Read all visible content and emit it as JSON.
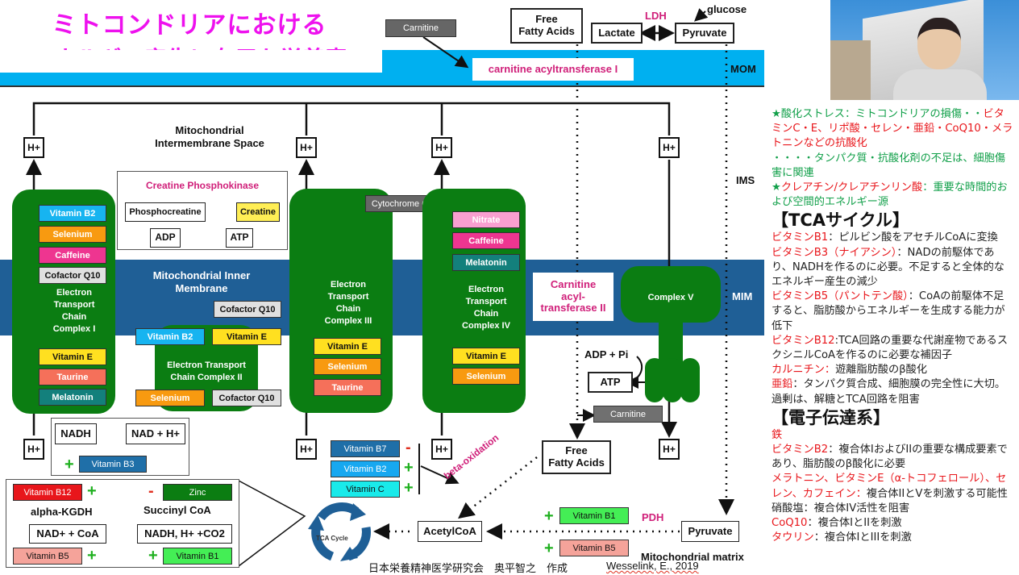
{
  "title": {
    "line1": "ミトコンドリアにおける",
    "line2": "エネルギー産生に有用な栄養素"
  },
  "colors": {
    "title": "#ee11ee",
    "mom": "#00b0f0",
    "mim": "#1f5f96",
    "complex": "#0b7d12",
    "enzyme_text": "#d0207a"
  },
  "regions": {
    "mom": "MOM",
    "ims": "IMS",
    "mim": "MIM",
    "intermembrane_space": "Mitochondrial\nIntermembrane Space",
    "inner_membrane": "Mitochondrial Inner\nMembrane",
    "matrix": "Mitochondrial matrix"
  },
  "top": {
    "carnitine": "Carnitine",
    "cat1": "carnitine acyltransferase I",
    "ffa": "Free\nFatty Acids",
    "lactate": "Lactate",
    "ldh": "LDH",
    "pyruvate": "Pyruvate",
    "glucose": "glucose"
  },
  "hplus": "H+",
  "creatine_box": {
    "title": "Creatine Phosphokinase",
    "phosphocreatine": "Phosphocreatine",
    "creatine": "Creatine",
    "adp": "ADP",
    "atp": "ATP"
  },
  "complex1": {
    "label": "Electron\nTransport\nChain\nComplex I",
    "top_tags": [
      "Vitamin B2",
      "Selenium",
      "Caffeine",
      "Cofactor Q10"
    ],
    "bottom_tags": [
      "Vitamin E",
      "Taurine",
      "Melatonin"
    ]
  },
  "complex2": {
    "label": "Electron Transport\nChain Complex II",
    "cofactor_top": "Cofactor Q10",
    "top_tags": [
      "Vitamin B2",
      "Vitamin E"
    ],
    "bottom_tags": [
      "Selenium",
      "Cofactor Q10"
    ]
  },
  "complex3": {
    "label": "Electron\nTransport\nChain\nComplex III",
    "cytochrome": "Cytochrome C",
    "tags": [
      "Vitamin E",
      "Selenium",
      "Taurine"
    ]
  },
  "complex4": {
    "label": "Electron\nTransport\nChain\nComplex IV",
    "top_tags": [
      "Nitrate",
      "Caffeine",
      "Melatonin"
    ],
    "bottom_tags": [
      "Vitamin E",
      "Selenium"
    ]
  },
  "cat2": "Carnitine\nacyl-\ntransferase II",
  "complex5": {
    "label": "Complex V",
    "adp_pi": "ADP + Pi",
    "atp": "ATP"
  },
  "matrix": {
    "carnitine": "Carnitine",
    "ffa": "Free\nFatty Acids",
    "beta_ox": "beta-oxidation",
    "beta_tags": [
      {
        "label": "Vitamin B7",
        "sign": "-"
      },
      {
        "label": "Vitamin B2",
        "sign": "+"
      },
      {
        "label": "Vitamin C",
        "sign": "+"
      }
    ],
    "acetylcoa": "AcetylCoA",
    "pyruvate": "Pyruvate",
    "pdh": "PDH",
    "pdh_tags": [
      {
        "label": "Vitamin B1",
        "sign": "+"
      },
      {
        "label": "Vitamin B5",
        "sign": "+"
      }
    ],
    "tca": "TCA Cycle"
  },
  "nadh_box": {
    "nadh": "NADH",
    "nad": "NAD + H+",
    "vitamin": "Vitamin B3",
    "sign": "+"
  },
  "kgdh_box": {
    "b12": "Vitamin B12",
    "b12_sign": "+",
    "zinc": "Zinc",
    "zinc_sign": "-",
    "enzyme": "alpha-KGDH",
    "product": "Succinyl CoA",
    "reactants": "NAD+ + CoA",
    "products": "NADH, H+ +CO2",
    "b5": "Vitamin B5",
    "b5_sign": "+",
    "b1": "Vitamin B1",
    "b1_sign": "+"
  },
  "footer": {
    "author": "日本栄養精神医学研究会　奥平智之　作成",
    "citation": "Wesselink, E., 2019"
  },
  "sidebar": {
    "ox1a": "★酸化ストレス：ミトコンドリアの損傷・・",
    "ox1b": "ビタミンC・E、リポ酸・セレン・亜鉛・CoQ10・メラトニンなどの抗酸化",
    "ox2": "・・・・タンパク質・抗酸化剤の不足は、細胞傷害に関連",
    "cr_star": "★",
    "cr_red": "クレアチン/クレアチンリン酸",
    "cr_green": "：重要な時間的および空間的エネルギー源",
    "tca_head": "【TCAサイクル】",
    "tca_items": [
      {
        "name": "ビタミンB1",
        "desc": "：ピルビン酸をアセチルCoAに変換"
      },
      {
        "name": "ビタミンB3（ナイアシン）",
        "desc": "：NADの前駆体であり、NADHを作るのに必要。不足すると全体的なエネルギー産生の減少"
      },
      {
        "name": "ビタミンB5（パントテン酸）",
        "desc": "：CoAの前駆体不足すると、脂肪酸からエネルギーを生成する能力が低下"
      },
      {
        "name": "ビタミンB12",
        "desc": ":TCA回路の重要な代謝産物であるスクシニルCoAを作るのに必要な補因子"
      },
      {
        "name": "カルニチン：",
        "desc": "遊離脂肪酸のβ酸化"
      },
      {
        "name": "亜鉛",
        "desc": "：タンパク質合成、細胞膜の完全性に大切。過剰は、解糖とTCA回路を阻害"
      }
    ],
    "etc_head": "【電子伝達系】",
    "etc_items": [
      {
        "name": "鉄",
        "desc": ""
      },
      {
        "name": "ビタミンB2",
        "desc": "：複合体IおよびIIの重要な構成要素であり、脂肪酸のβ酸化に必要"
      },
      {
        "name": "メラトニン、ビタミンE（α-トコフェロール）、セレン、カフェイン：",
        "desc": "複合体IIとVを刺激する可能性"
      },
      {
        "name": "",
        "desc": "硝酸塩：複合体IV活性を阻害"
      },
      {
        "name": "CoQ10",
        "desc": "：複合体IとIIを刺激"
      },
      {
        "name": "タウリン",
        "desc": "：複合体IとIIIを刺激"
      }
    ]
  }
}
